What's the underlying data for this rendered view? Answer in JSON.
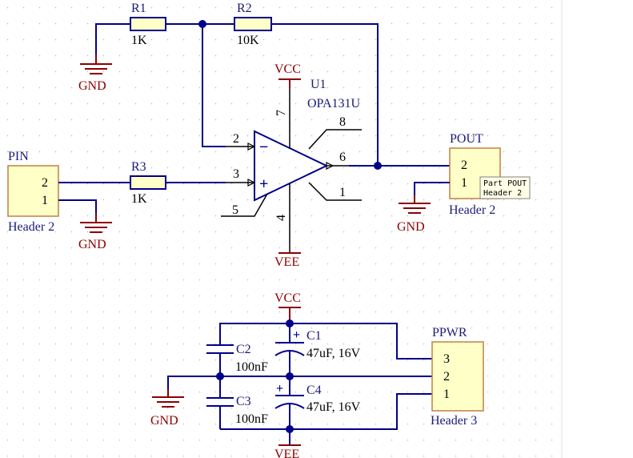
{
  "colors": {
    "wire": "#00008b",
    "power": "#8b0000",
    "header_fill": "#ffffc8",
    "header_stroke": "#c08040",
    "resistor_fill": "#ffffc8",
    "grid_dot": "#b0b0b0"
  },
  "resistors": {
    "r1": {
      "designator": "R1",
      "value": "1K"
    },
    "r2": {
      "designator": "R2",
      "value": "10K"
    },
    "r3": {
      "designator": "R3",
      "value": "1K"
    }
  },
  "opamp": {
    "designator": "U1",
    "part": "OPA131U",
    "minus": "−",
    "plus": "+",
    "pins": {
      "p2": "2",
      "p3": "3",
      "p5": "5",
      "p6": "6",
      "p7": "7",
      "p4": "4",
      "p8": "8",
      "p1": "1"
    }
  },
  "power": {
    "vcc_top": "VCC",
    "vee_top": "VEE",
    "vcc_bottom": "VCC",
    "vee_bottom": "VEE",
    "gnd_r1": "GND",
    "gnd_pin": "GND",
    "gnd_pout": "GND",
    "gnd_supply": "GND"
  },
  "headers": {
    "pin": {
      "designator": "PIN",
      "type": "Header 2",
      "pins": [
        "2",
        "1"
      ]
    },
    "pout": {
      "designator": "POUT",
      "type": "Header 2",
      "pins": [
        "2",
        "1"
      ],
      "tooltip_line1": "Part POUT",
      "tooltip_line2": "Header 2"
    },
    "ppwr": {
      "designator": "PPWR",
      "type": "Header 3",
      "pins": [
        "3",
        "2",
        "1"
      ]
    }
  },
  "capacitors": {
    "c1": {
      "designator": "C1",
      "value": "47uF, 16V",
      "polarity": "+"
    },
    "c2": {
      "designator": "C2",
      "value": "100nF"
    },
    "c3": {
      "designator": "C3",
      "value": "100nF"
    },
    "c4": {
      "designator": "C4",
      "value": "47uF, 16V",
      "polarity": "+"
    }
  }
}
